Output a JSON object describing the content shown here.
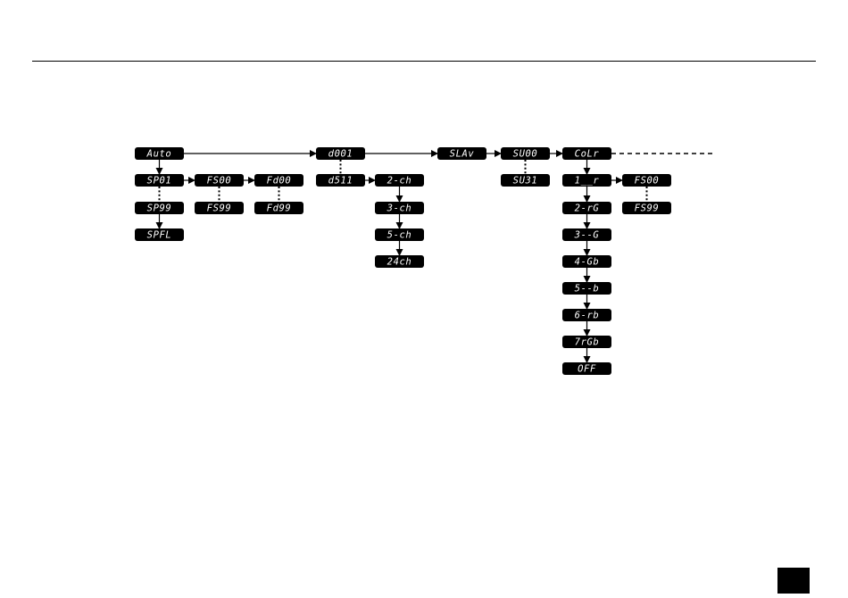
{
  "colors": {
    "node_fill": "#000000",
    "node_text": "#ffffff",
    "line": "#000000",
    "background": "#ffffff"
  },
  "nodes": [
    {
      "id": "auto",
      "label": "Auto"
    },
    {
      "id": "sp01",
      "label": "SP01"
    },
    {
      "id": "sp99",
      "label": "SP99"
    },
    {
      "id": "spfl",
      "label": "SPFL"
    },
    {
      "id": "fs00a",
      "label": "FS00"
    },
    {
      "id": "fs99a",
      "label": "FS99"
    },
    {
      "id": "fd00",
      "label": "Fd00"
    },
    {
      "id": "fd99",
      "label": "Fd99"
    },
    {
      "id": "d001",
      "label": "d001"
    },
    {
      "id": "d511",
      "label": "d511"
    },
    {
      "id": "ch2",
      "label": "2-ch"
    },
    {
      "id": "ch3",
      "label": "3-ch"
    },
    {
      "id": "ch5",
      "label": "5-ch"
    },
    {
      "id": "ch24",
      "label": "24ch"
    },
    {
      "id": "slav",
      "label": "SLAv"
    },
    {
      "id": "su00",
      "label": "SU00"
    },
    {
      "id": "su31",
      "label": "SU31"
    },
    {
      "id": "colr",
      "label": "CoLr"
    },
    {
      "id": "c1",
      "label": "1__r"
    },
    {
      "id": "c2",
      "label": "2-rG"
    },
    {
      "id": "c3",
      "label": "3--G"
    },
    {
      "id": "c4",
      "label": "4-Gb"
    },
    {
      "id": "c5",
      "label": "5--b"
    },
    {
      "id": "c6",
      "label": "6-rb"
    },
    {
      "id": "c7",
      "label": "7rGb"
    },
    {
      "id": "off",
      "label": "OFF"
    },
    {
      "id": "fs00b",
      "label": "FS00"
    },
    {
      "id": "fs99b",
      "label": "FS99"
    }
  ],
  "edges": [
    {
      "from": "auto",
      "to": "d001",
      "style": "arrow"
    },
    {
      "from": "d001",
      "to": "slav",
      "style": "arrow"
    },
    {
      "from": "slav",
      "to": "su00",
      "style": "arrow"
    },
    {
      "from": "su00",
      "to": "colr",
      "style": "arrow"
    },
    {
      "from": "colr",
      "to": "more",
      "style": "dashed"
    },
    {
      "from": "auto",
      "to": "sp01",
      "style": "arrow"
    },
    {
      "from": "sp01",
      "to": "fs00a",
      "style": "arrow"
    },
    {
      "from": "fs00a",
      "to": "fd00",
      "style": "arrow"
    },
    {
      "from": "sp01",
      "to": "sp99",
      "style": "dotted"
    },
    {
      "from": "fs00a",
      "to": "fs99a",
      "style": "dotted"
    },
    {
      "from": "fd00",
      "to": "fd99",
      "style": "dotted"
    },
    {
      "from": "sp99",
      "to": "spfl",
      "style": "arrow"
    },
    {
      "from": "d001",
      "to": "d511",
      "style": "dotted"
    },
    {
      "from": "d511",
      "to": "ch2",
      "style": "arrow"
    },
    {
      "from": "ch2",
      "to": "ch3",
      "style": "arrow"
    },
    {
      "from": "ch3",
      "to": "ch5",
      "style": "arrow"
    },
    {
      "from": "ch5",
      "to": "ch24",
      "style": "arrow"
    },
    {
      "from": "su00",
      "to": "su31",
      "style": "dotted"
    },
    {
      "from": "colr",
      "to": "c1",
      "style": "arrow"
    },
    {
      "from": "c1",
      "to": "fs00b",
      "style": "arrow"
    },
    {
      "from": "fs00b",
      "to": "fs99b",
      "style": "dotted"
    },
    {
      "from": "c1",
      "to": "c2",
      "style": "arrow"
    },
    {
      "from": "c2",
      "to": "c3",
      "style": "arrow"
    },
    {
      "from": "c3",
      "to": "c4",
      "style": "arrow"
    },
    {
      "from": "c4",
      "to": "c5",
      "style": "arrow"
    },
    {
      "from": "c5",
      "to": "c6",
      "style": "arrow"
    },
    {
      "from": "c6",
      "to": "c7",
      "style": "arrow"
    },
    {
      "from": "c7",
      "to": "off",
      "style": "arrow"
    }
  ]
}
